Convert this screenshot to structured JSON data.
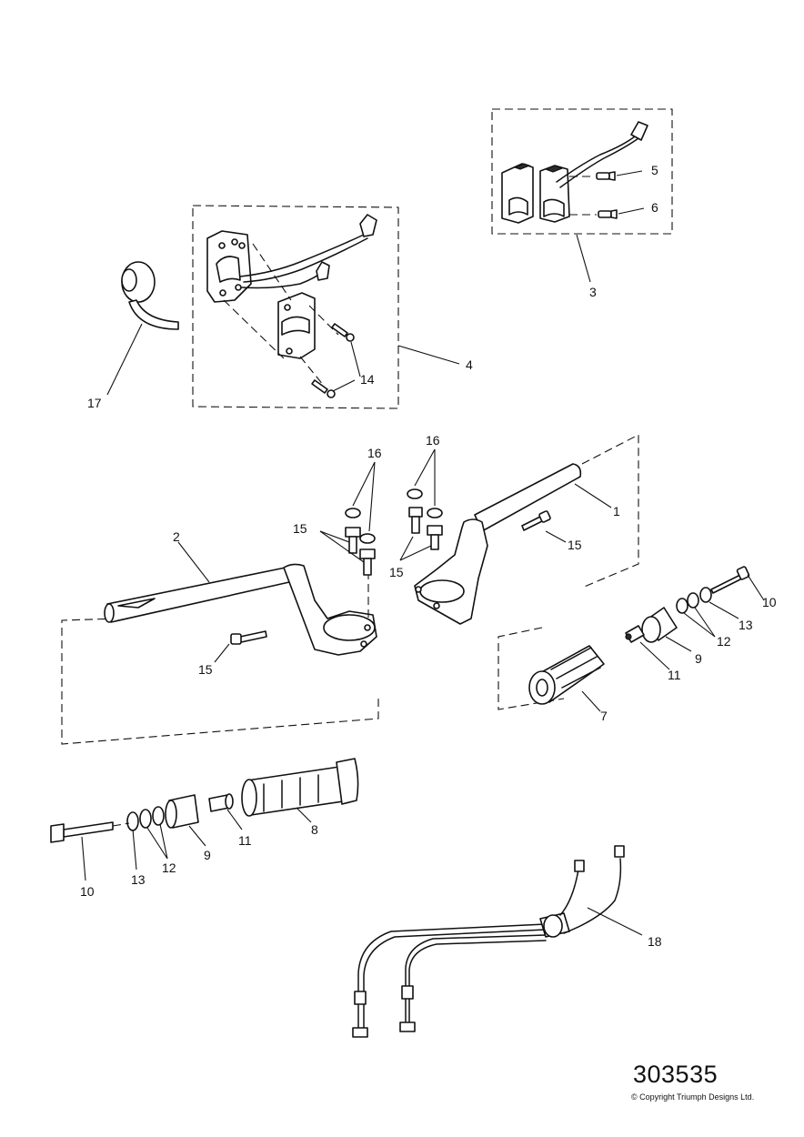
{
  "callouts": {
    "c1": "1",
    "c2": "2",
    "c3": "3",
    "c4": "4",
    "c5": "5",
    "c6": "6",
    "c7": "7",
    "c8": "8",
    "c9a": "9",
    "c9b": "9",
    "c10a": "10",
    "c10b": "10",
    "c11a": "11",
    "c11b": "11",
    "c12a": "12",
    "c12b": "12",
    "c13a": "13",
    "c13b": "13",
    "c14": "14",
    "c15a": "15",
    "c15b": "15",
    "c15c": "15",
    "c15d": "15",
    "c16a": "16",
    "c16b": "16",
    "c17": "17",
    "c18": "18"
  },
  "footer": {
    "reference_number": "303535",
    "copyright": "© Copyright Triumph Designs Ltd."
  }
}
